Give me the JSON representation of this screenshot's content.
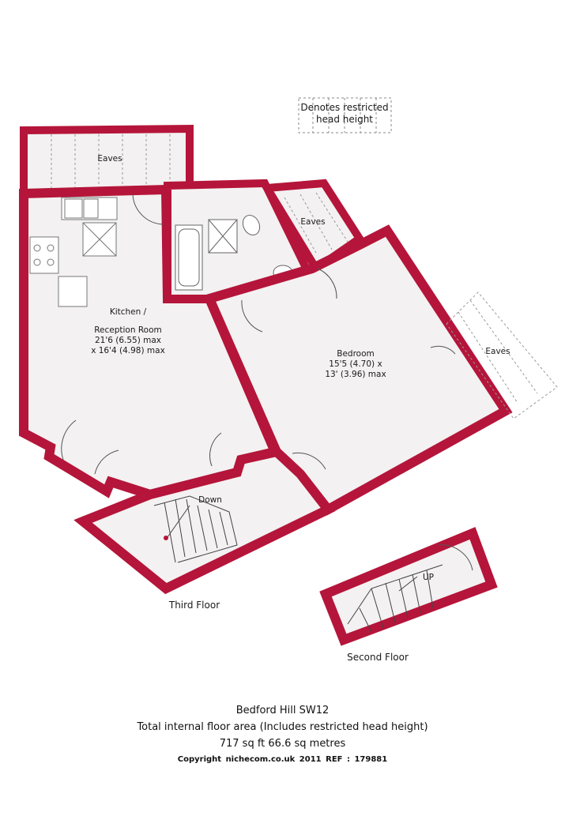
{
  "legend": {
    "line1": "Denotes restricted",
    "line2": "head height"
  },
  "rooms": {
    "eaves_top": "Eaves",
    "eaves_mid": "Eaves",
    "eaves_right": "Eaves",
    "kitchen": {
      "name1": "Kitchen /",
      "name2": "Reception Room",
      "dim1": "21'6 (6.55) max",
      "dim2": "x 16'4 (4.98) max"
    },
    "bedroom": {
      "name": "Bedroom",
      "dim1": "15'5 (4.70) x",
      "dim2": "13' (3.96) max"
    }
  },
  "stairs": {
    "down": "Down",
    "up": "UP"
  },
  "floors": {
    "third": "Third Floor",
    "second": "Second Floor"
  },
  "footer": {
    "address": "Bedford Hill SW12",
    "area_note": "Total internal floor area (Includes restricted head height)",
    "area": "717 sq ft 66.6 sq metres",
    "copyright": "Copyright nichecom.co.uk 2011",
    "ref": "REF : 179881"
  },
  "colors": {
    "wall": "#b5153a",
    "floor": "#f3f1f1",
    "line": "#555555"
  }
}
